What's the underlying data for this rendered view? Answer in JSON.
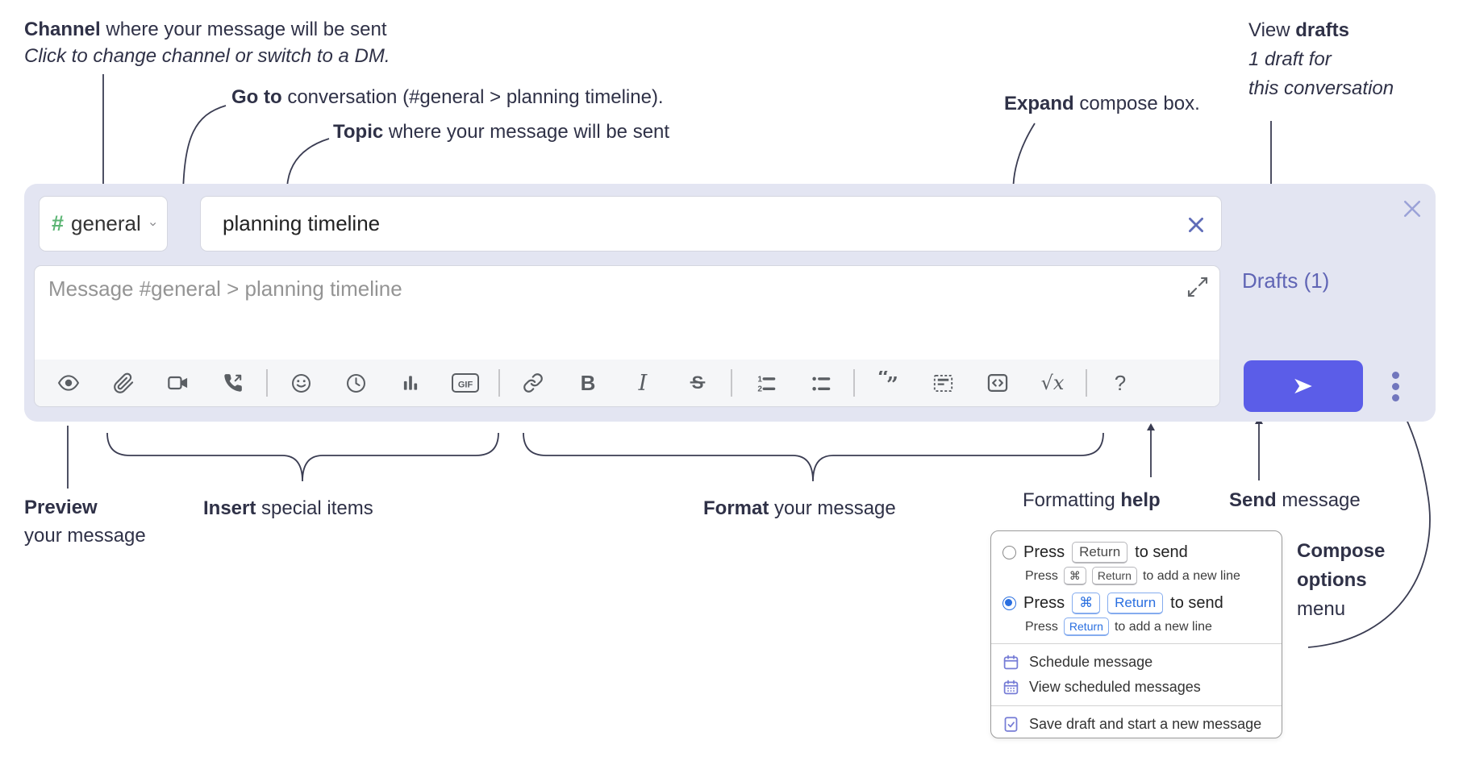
{
  "annotations": {
    "channel": {
      "bold": "Channel",
      "rest": " where your message will be sent",
      "subtitle": "Click to change channel or switch to a DM."
    },
    "go_to": {
      "bold": "Go to",
      "rest": " conversation (#general > planning timeline)."
    },
    "topic": {
      "bold": "Topic",
      "rest": " where your message will be sent"
    },
    "expand": {
      "bold": "Expand",
      "rest": " compose box."
    },
    "view_drafts": {
      "pre": "View ",
      "bold": "drafts",
      "line2": "1 draft for",
      "line3": "this conversation"
    },
    "preview": {
      "bold": "Preview",
      "line2": "your message"
    },
    "insert": {
      "bold": "Insert",
      "rest": " special items"
    },
    "format": {
      "bold": "Format",
      "rest": " your message"
    },
    "formatting_help": {
      "pre": "Formatting ",
      "bold": "help"
    },
    "send": {
      "bold": "Send",
      "rest": " message"
    },
    "compose_options": {
      "bold1": "Compose",
      "bold2": "options",
      "line3": "menu"
    }
  },
  "compose": {
    "channel": {
      "hash": "#",
      "name": "general"
    },
    "topic": {
      "value": "planning timeline"
    },
    "message": {
      "placeholder": "Message #general > planning timeline"
    },
    "drafts_link": "Drafts (1)",
    "toolbar": {
      "gif": "GIF",
      "bold": "B",
      "italic": "I",
      "math": "√x",
      "help": "?"
    }
  },
  "compose_options_menu": {
    "send_options": [
      {
        "selected": false,
        "pre": "Press",
        "key1": "Return",
        "post": "to send",
        "sub": {
          "pre": "Press",
          "key1": "⌘",
          "key2": "Return",
          "post": "to add a new line"
        }
      },
      {
        "selected": true,
        "pre": "Press",
        "key1": "⌘",
        "key2": "Return",
        "post": "to send",
        "sub": {
          "pre": "Press",
          "key1": "Return",
          "post": "to add a new line"
        }
      }
    ],
    "items": [
      {
        "label": "Schedule message"
      },
      {
        "label": "View scheduled messages"
      },
      {
        "label": "Save draft and start a new message"
      }
    ]
  },
  "colors": {
    "compose_bg": "#e3e5f2",
    "send_accent": "#5b5de8",
    "drafts_link": "#6065b5",
    "radio_selected": "#2a6fe0",
    "menu_icon_purple": "#767cd6",
    "channel_hash_green": "#5cb574",
    "annotation_text": "#2f3147"
  }
}
